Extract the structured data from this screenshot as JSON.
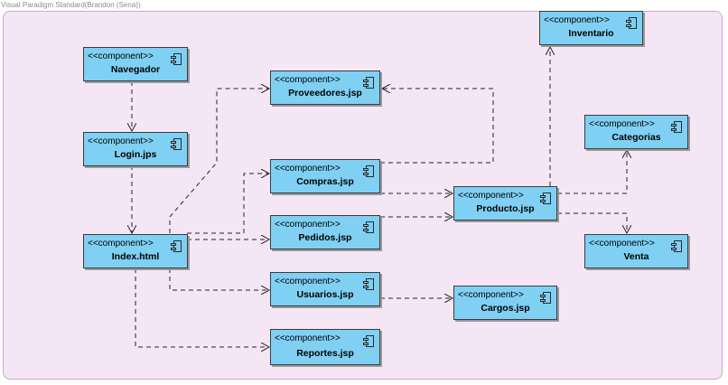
{
  "watermark": "Visual Paradigm Standard(Brandon (Sena))",
  "stereotype": "<<component>>",
  "components": {
    "navegador": "Navegador",
    "login": "Login.jps",
    "index": "Index.html",
    "proveedores": "Proveedores.jsp",
    "compras": "Compras.jsp",
    "pedidos": "Pedidos.jsp",
    "usuarios": "Usuarios.jsp",
    "reportes": "Reportes.jsp",
    "producto": "Producto.jsp",
    "cargos": "Cargos.jsp",
    "inventario": "Inventario",
    "categorias": "Categorias",
    "venta": "Venta"
  },
  "colors": {
    "component_fill": "#7fd0f3",
    "canvas_fill": "#f5e6f6",
    "edge": "#222222"
  },
  "icons": {
    "component": "component-icon"
  }
}
